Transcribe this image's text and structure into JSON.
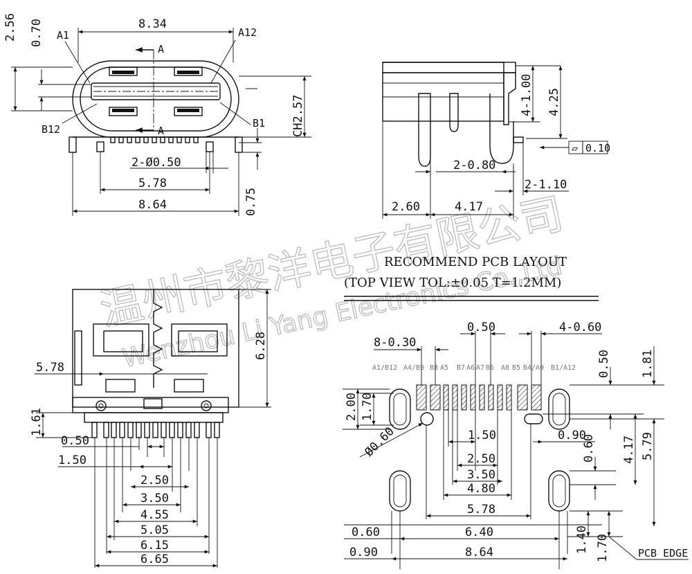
{
  "front_view": {
    "dims": {
      "width_top": "8.34",
      "height_total": "2.56",
      "top_offset": "0.70",
      "hole_dia": "2-Ø0.50",
      "hole_span": "5.78",
      "width_bottom": "8.64",
      "bottom_offset": "0.75",
      "chamfer": "CH2.57"
    },
    "labels": {
      "a1": "A1",
      "a12": "A12",
      "b12": "B12",
      "b1": "B1",
      "sec_top": "A",
      "sec_bottom": "A"
    }
  },
  "side_view": {
    "dims": {
      "h1": "4-1.00",
      "h2": "4.25",
      "pin_w1": "2-0.80",
      "pin_w2": "2-1.10",
      "len1": "2.60",
      "len2": "4.17"
    },
    "flatness": {
      "symbol": "▱",
      "value": "0.10"
    }
  },
  "top_view": {
    "dims": {
      "height": "6.28",
      "width": "5.78",
      "offset_left": "1.61",
      "pitch": "0.50",
      "d150": "1.50",
      "d250": "2.50",
      "d350": "3.50",
      "d455": "4.55",
      "d505": "5.05",
      "d615": "6.15",
      "d665": "6.65"
    }
  },
  "pcb_layout": {
    "title": "RECOMMEND PCB LAYOUT",
    "subtitle": "(TOP VIEW TOL:±0.05 T=1.2MM)",
    "pin_labels": [
      "A1/B12",
      "A4/B9",
      "B8",
      "A5",
      "B7",
      "A6",
      "A7",
      "B6",
      "A8",
      "B5",
      "B4/A9",
      "B1/A12"
    ],
    "dims": {
      "pad_w": "8-0.30",
      "pitch": "0.50",
      "pad_big": "4-0.60",
      "top_dim": "0.50",
      "right1": "1.81",
      "slot_h": "2.00",
      "slot_h2": "1.70",
      "hole": "Ø0.60",
      "d150": "1.50",
      "d090": "0.90",
      "d060": "0.60",
      "d417": "4.17",
      "d579": "5.79",
      "d250": "2.50",
      "d350": "3.50",
      "d480": "4.80",
      "d578": "5.78",
      "d060b": "0.60",
      "d640": "6.40",
      "d090b": "0.90",
      "d864": "8.64",
      "d140": "1.40",
      "d170": "1.70",
      "pcb_edge": "PCB EDGE"
    }
  },
  "watermark": {
    "cn": "温州市黎洋电子有限公司",
    "en": "Wenzhou Li Yang Electronics Co.,Ltd"
  }
}
